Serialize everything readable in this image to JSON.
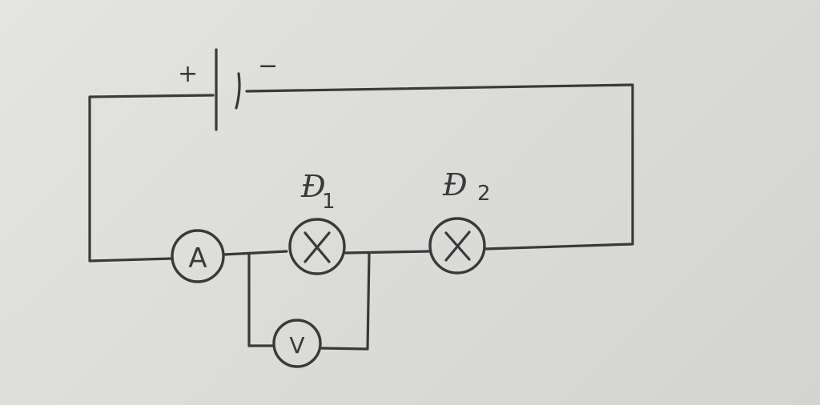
{
  "battery": {
    "plus_sign": "+",
    "minus_sign": "−"
  },
  "ammeter": {
    "letter": "A"
  },
  "voltmeter": {
    "letter": "V"
  },
  "lamp_1": {
    "label": "Đ",
    "subscript": "1"
  },
  "lamp_2": {
    "label": "Đ",
    "subscript": "2"
  }
}
